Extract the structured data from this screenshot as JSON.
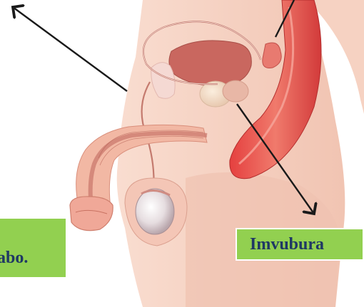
{
  "labels": {
    "left": "abo.",
    "right": "Imvubura"
  },
  "colors": {
    "label_bg": "#92d050",
    "label_text": "#1f3864",
    "skin": "#f6d2c2",
    "skin_shadow": "#e9aa98",
    "organ_red": "#d9534f",
    "bladder": "#c9675f",
    "arrow": "#1a1a1a"
  },
  "icons": [
    "arrow-upper-left",
    "arrow-upper-right",
    "arrow-lower-right"
  ]
}
